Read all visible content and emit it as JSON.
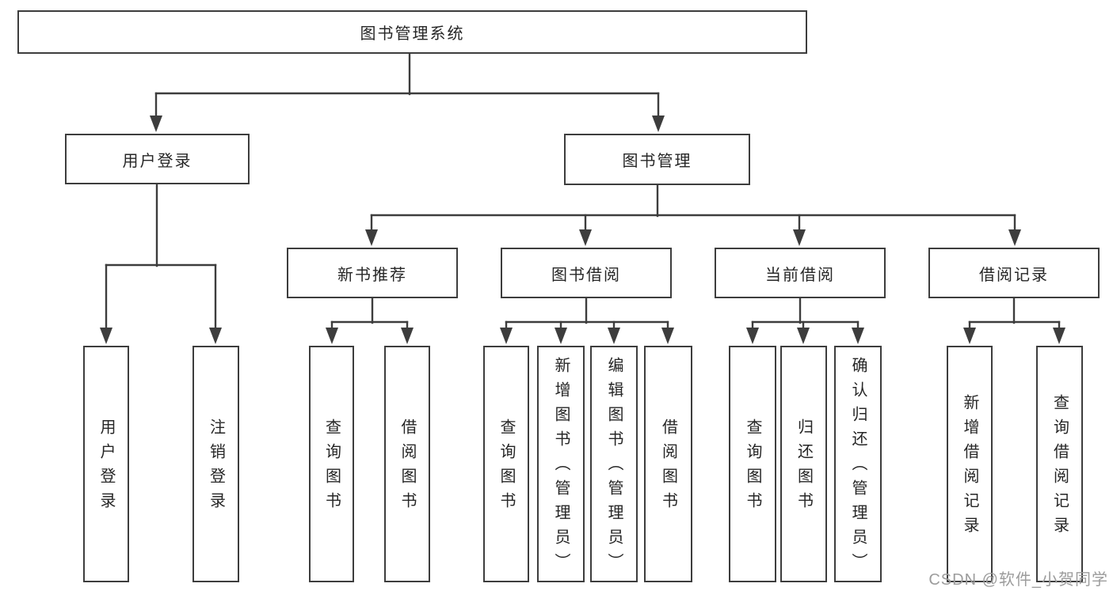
{
  "tree": {
    "root": {
      "label": "图书管理系统",
      "children": [
        {
          "label": "用户登录",
          "children": [
            {
              "label": "用户登录"
            },
            {
              "label": "注销登录"
            }
          ]
        },
        {
          "label": "图书管理",
          "children": [
            {
              "label": "新书推荐",
              "children": [
                {
                  "label": "查询图书"
                },
                {
                  "label": "借阅图书"
                }
              ]
            },
            {
              "label": "图书借阅",
              "children": [
                {
                  "label": "查询图书"
                },
                {
                  "label": "新增图书（管理员）"
                },
                {
                  "label": "编辑图书（管理员）"
                },
                {
                  "label": "借阅图书"
                }
              ]
            },
            {
              "label": "当前借阅",
              "children": [
                {
                  "label": "查询图书"
                },
                {
                  "label": "归还图书"
                },
                {
                  "label": "确认归还（管理员）"
                }
              ]
            },
            {
              "label": "借阅记录",
              "children": [
                {
                  "label": "新增借阅记录"
                },
                {
                  "label": "查询借阅记录"
                }
              ]
            }
          ]
        }
      ]
    }
  },
  "watermark": {
    "text": "CSDN @软件_小贺同学"
  },
  "colors": {
    "line": "#3d3d3d",
    "box_border": "#3d3d3d",
    "text": "#262626",
    "watermark": "#9c9c9c",
    "background": "#ffffff"
  }
}
